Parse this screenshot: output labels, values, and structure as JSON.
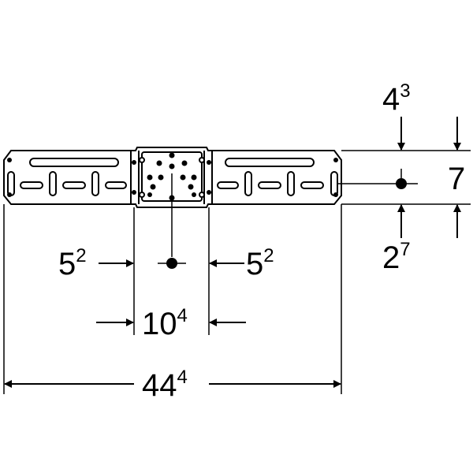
{
  "drawing": {
    "dimensions": {
      "top_offset": {
        "main": "4",
        "sup": "3"
      },
      "height": {
        "main": "7",
        "sup": ""
      },
      "bottom_offset": {
        "main": "2",
        "sup": "7"
      },
      "left_spacing": {
        "main": "5",
        "sup": "2"
      },
      "right_spacing": {
        "main": "5",
        "sup": "2"
      },
      "center_width": {
        "main": "10",
        "sup": "4"
      },
      "overall_width": {
        "main": "44",
        "sup": "4"
      }
    },
    "line_color": "#000000",
    "background": "#ffffff"
  }
}
